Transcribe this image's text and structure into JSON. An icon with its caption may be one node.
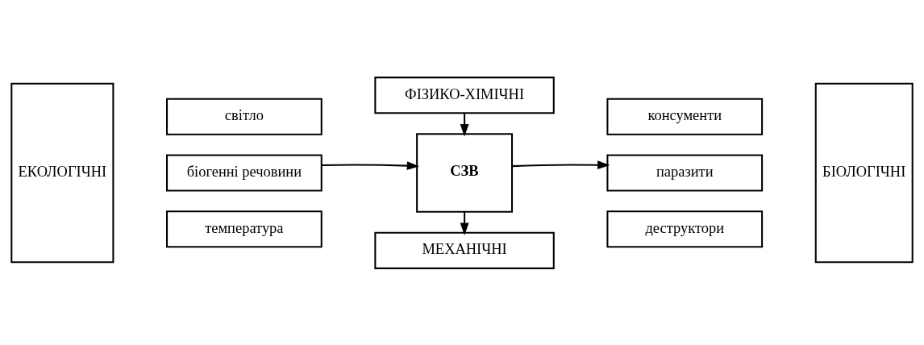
{
  "diagram": {
    "nodes": [
      {
        "text": [
          "ЕКОЛОГІЧНІ"
        ]
      },
      {
        "text": [
          "світло"
        ]
      },
      {
        "text": [
          "біогенні речовини"
        ]
      },
      {
        "text": [
          "температура"
        ]
      },
      {
        "text": [
          "ФІЗИКО-ХІМІЧНІ"
        ]
      },
      {
        "text": [
          "СЗВ"
        ]
      },
      {
        "text": [
          "МЕХАНІЧНІ"
        ]
      },
      {
        "text": [
          "консументи"
        ]
      },
      {
        "text": [
          "паразити"
        ]
      },
      {
        "text": [
          "деструктори"
        ]
      },
      {
        "text": [
          "БІОЛОГІЧНІ"
        ]
      }
    ],
    "edges": [
      {
        "from": 4,
        "to": 5,
        "arrow": "to"
      },
      {
        "from": 2,
        "to": 5,
        "arrow": "to"
      },
      {
        "from": 5,
        "to": 6,
        "arrow": "to"
      },
      {
        "from": 5,
        "to": 8,
        "arrow": "to"
      }
    ]
  }
}
